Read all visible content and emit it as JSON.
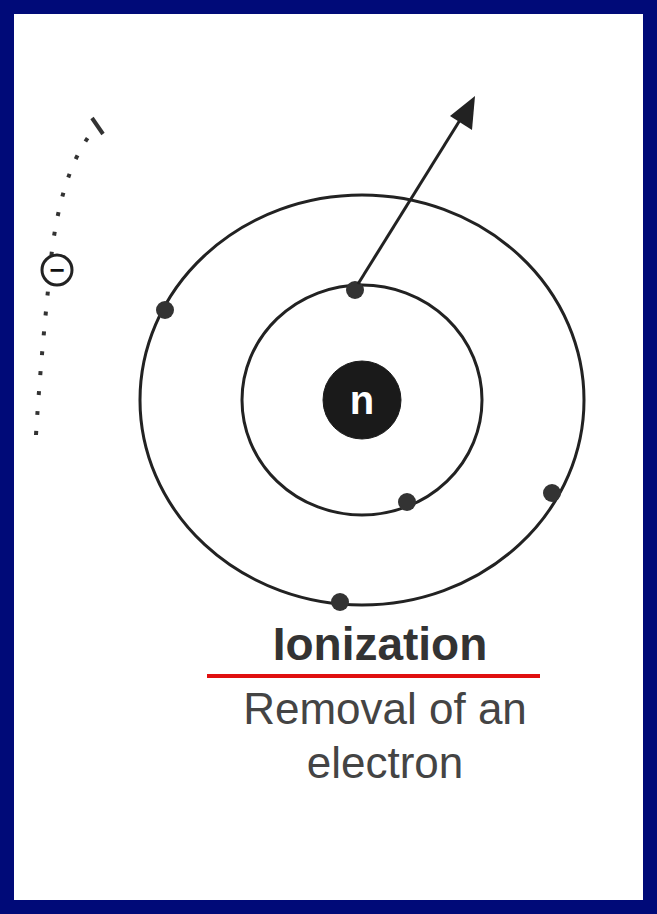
{
  "diagram": {
    "title": "Ionization",
    "caption": "Removal of an electron",
    "nodes": [
      {
        "text": [
          "−"
        ]
      },
      {
        "text": [
          "n"
        ]
      }
    ]
  }
}
